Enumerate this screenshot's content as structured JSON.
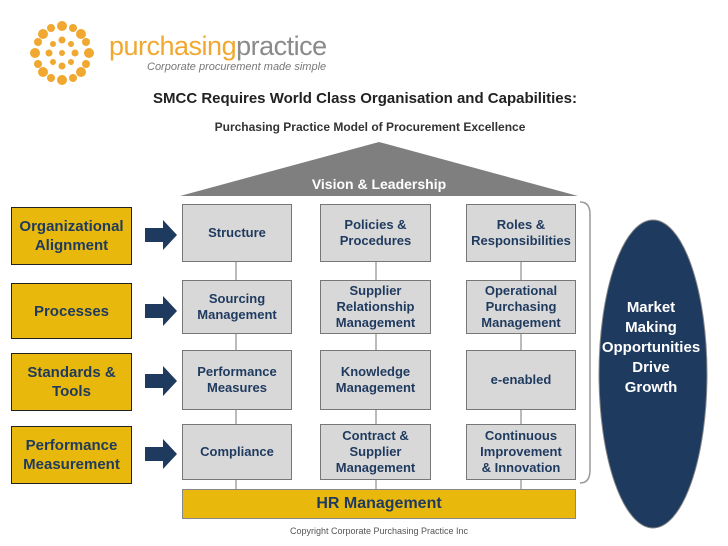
{
  "brand": {
    "name_part1": "purchasing",
    "name_part2": "practice",
    "tagline": "Corporate procurement made simple"
  },
  "title": "SMCC Requires World Class Organisation and Capabilities:",
  "subtitle": "Purchasing Practice Model of Procurement Excellence",
  "roof_label": "Vision & Leadership",
  "rows": [
    {
      "label": "Organizational\nAlignment",
      "cells": [
        "Structure",
        "Policies &\nProcedures",
        "Roles &\nResponsibilities"
      ]
    },
    {
      "label": "Processes",
      "cells": [
        "Sourcing\nManagement",
        "Supplier\nRelationship\nManagement",
        "Operational\nPurchasing\nManagement"
      ]
    },
    {
      "label": "Standards &\nTools",
      "cells": [
        "Performance\nMeasures",
        "Knowledge\nManagement",
        "e-enabled"
      ]
    },
    {
      "label": "Performance\nMeasurement",
      "cells": [
        "Compliance",
        "Contract &\nSupplier\nManagement",
        "Continuous\nImprovement\n& Innovation"
      ]
    }
  ],
  "foundation": "HR Management",
  "oval_text": "Market\nMaking\nOpportunities\nDrive\nGrowth",
  "copyright": "Copyright  Corporate Purchasing Practice Inc",
  "colors": {
    "gold": "#e8b80c",
    "navy": "#1f3a5f",
    "grey": "#d8d8d8",
    "roof": "#7f7f7f",
    "brand_orange": "#f0a830"
  }
}
